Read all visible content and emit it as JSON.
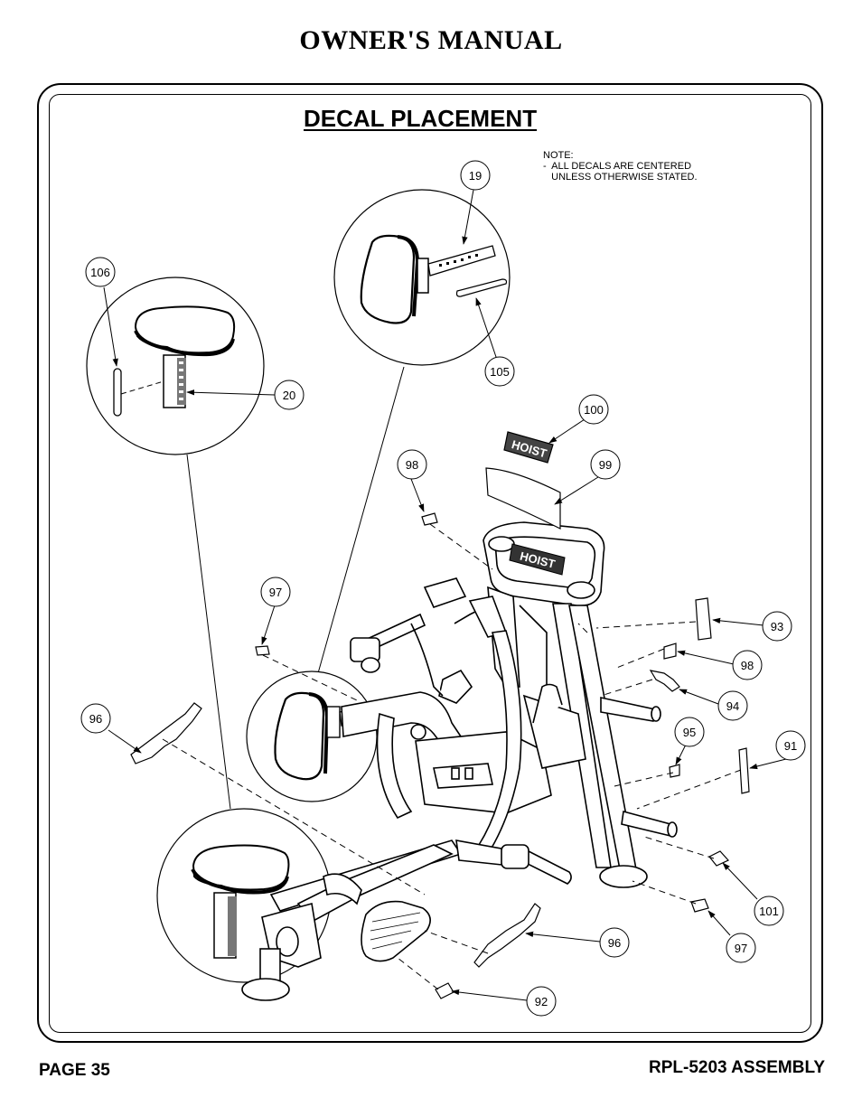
{
  "header": {
    "title": "OWNER'S MANUAL"
  },
  "section": {
    "title": "DECAL PLACEMENT"
  },
  "note": {
    "line1": "NOTE:",
    "line2": "-  ALL DECALS ARE CENTERED",
    "line3": "   UNLESS OTHERWISE STATED."
  },
  "decal_labels": {
    "top_logo": "HOIST",
    "console_logo": "HOIST"
  },
  "callouts": [
    {
      "id": "c19",
      "label": "19"
    },
    {
      "id": "c106",
      "label": "106"
    },
    {
      "id": "c20",
      "label": "20"
    },
    {
      "id": "c105",
      "label": "105"
    },
    {
      "id": "c100",
      "label": "100"
    },
    {
      "id": "c98a",
      "label": "98"
    },
    {
      "id": "c99",
      "label": "99"
    },
    {
      "id": "c97a",
      "label": "97"
    },
    {
      "id": "c93",
      "label": "93"
    },
    {
      "id": "c98b",
      "label": "98"
    },
    {
      "id": "c94",
      "label": "94"
    },
    {
      "id": "c96a",
      "label": "96"
    },
    {
      "id": "c95",
      "label": "95"
    },
    {
      "id": "c91",
      "label": "91"
    },
    {
      "id": "c101",
      "label": "101"
    },
    {
      "id": "c96b",
      "label": "96"
    },
    {
      "id": "c97b",
      "label": "97"
    },
    {
      "id": "c92",
      "label": "92"
    }
  ],
  "footer": {
    "page": "PAGE 35",
    "doc": "RPL-5203 ASSEMBLY"
  }
}
